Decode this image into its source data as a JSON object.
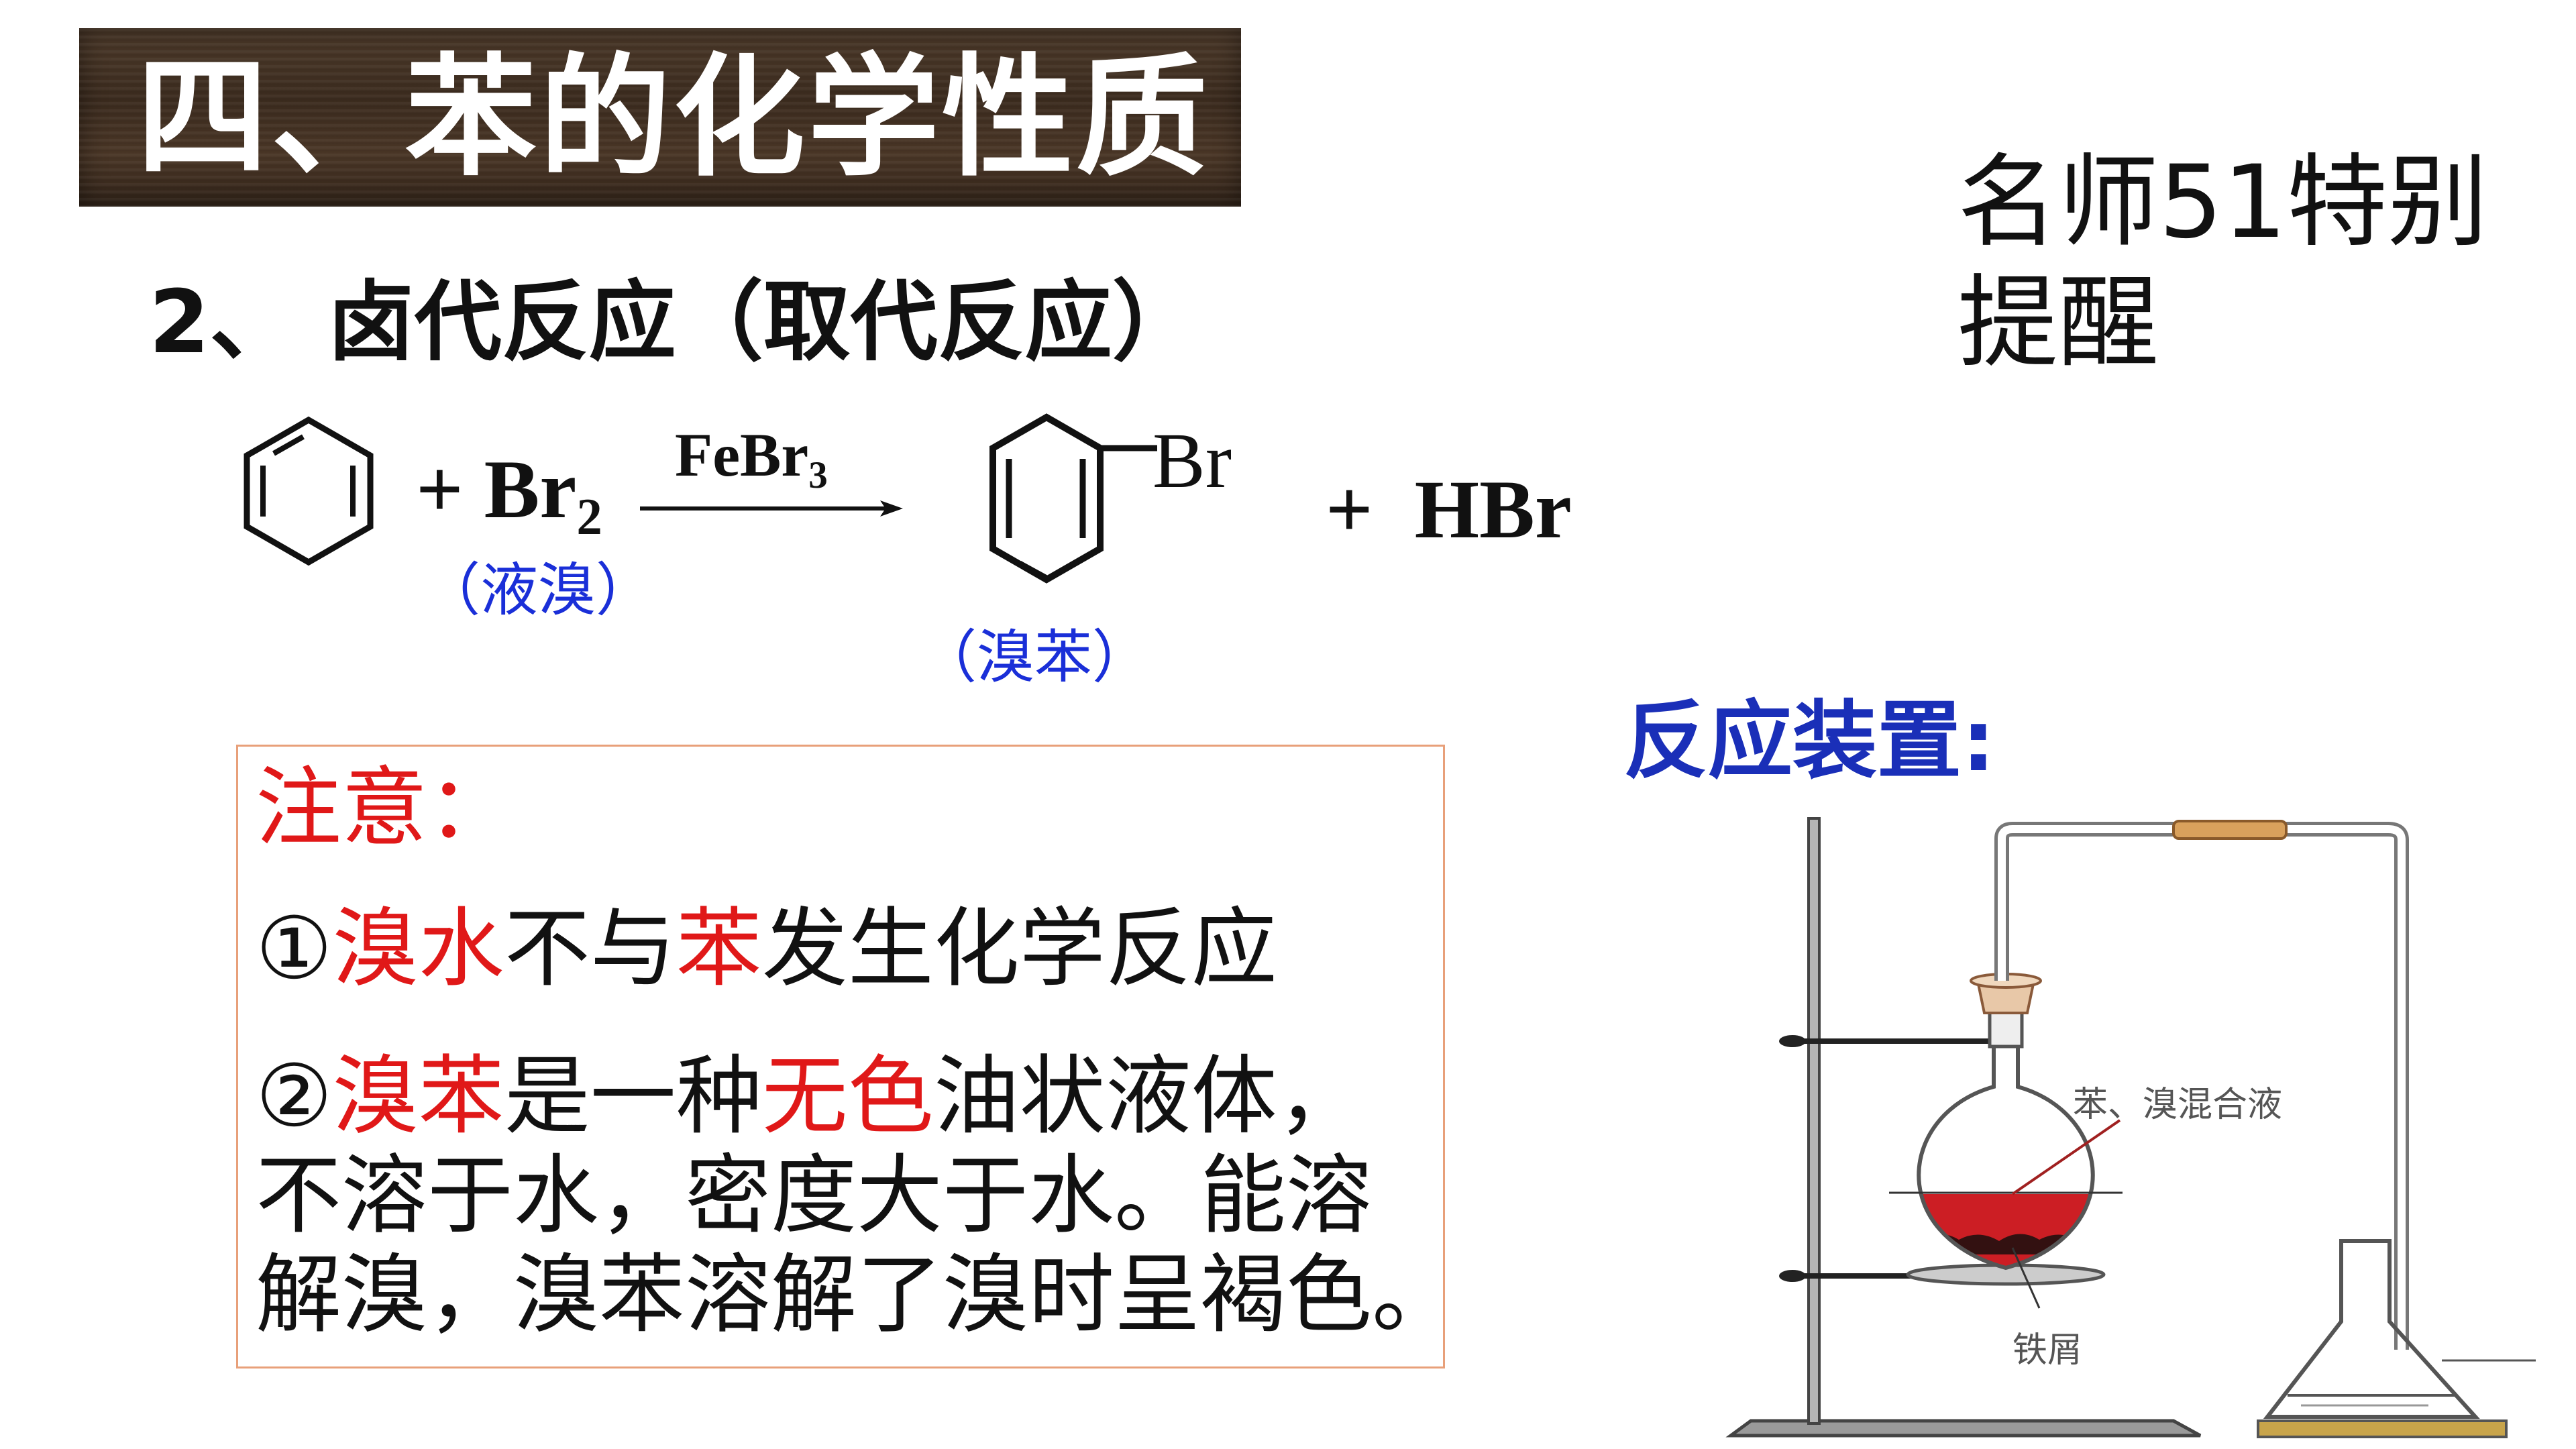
{
  "title": "四、苯的化学性质",
  "side_note": {
    "line1": "名师51特别",
    "line2": "提醒"
  },
  "subheading": "2、 卤代反应（取代反应）",
  "equation": {
    "reactant_plus": "+",
    "reactant_formula": "Br",
    "reactant_sub": "2",
    "reactant_label": "（液溴）",
    "catalyst": "FeBr",
    "catalyst_sub": "3",
    "product_substituent": "Br",
    "product_label": "（溴苯）",
    "byproduct": "+  HBr"
  },
  "notes": {
    "title": "注意：",
    "item1": {
      "prefix": "①",
      "red1": "溴水",
      "mid": "不与",
      "red2": "苯",
      "suffix": "发生化学反应"
    },
    "item2": {
      "prefix": "②",
      "red1": "溴苯",
      "mid": "是一种",
      "red2": "无色",
      "suffix": "油状液体，",
      "line2": "不溶于水，密度大于水。能溶",
      "line3": "解溴，溴苯溶解了溴时呈褐色。"
    }
  },
  "apparatus": {
    "label": "反应装置:",
    "mixture_label": "苯、溴混合液",
    "iron_label": "铁屑"
  },
  "colors": {
    "red": "#e01818",
    "blue": "#1a2fd8",
    "liquid": "#cc1e24",
    "banner": "#3b2b1e"
  }
}
